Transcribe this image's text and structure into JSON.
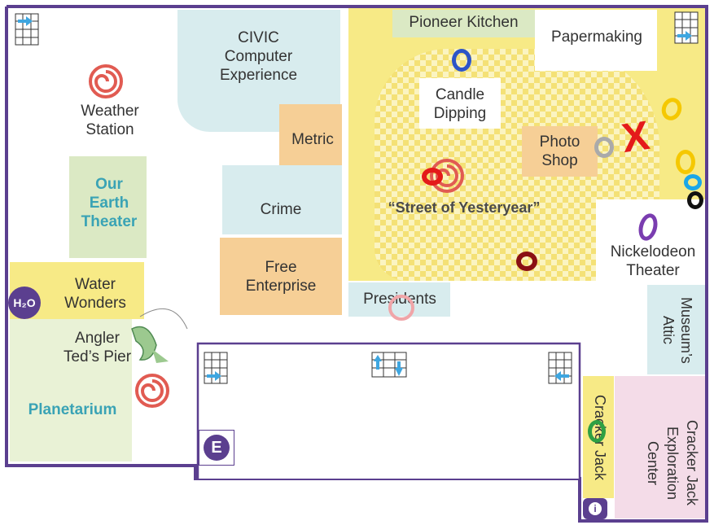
{
  "labels": {
    "civic": [
      "CIVIC",
      "Computer",
      "Experience"
    ],
    "weather": [
      "Weather",
      "Station"
    ],
    "earth": [
      "Our",
      "Earth",
      "Theater"
    ],
    "metric": "Metric",
    "crime": "Crime",
    "free": [
      "Free",
      "Enterprise"
    ],
    "water": [
      "Water",
      "Wonders"
    ],
    "h2o": "H₂O",
    "angler": [
      "Angler",
      "Ted’s Pier"
    ],
    "planetarium": "Planetarium",
    "pioneer": "Pioneer Kitchen",
    "papermaking": "Papermaking",
    "candle": [
      "Candle",
      "Dipping"
    ],
    "photo": [
      "Photo",
      "Shop"
    ],
    "street": "“Street of Yesteryear”",
    "nickelodeon": [
      "Nickelodeon",
      "Theater"
    ],
    "presidents": "Presidents",
    "attic": "Museum’s Attic",
    "cracker_jack_strip": "Cracker Jack",
    "cj_center": [
      "Cracker",
      "Jack",
      "Exploration",
      "Center"
    ],
    "elevator": "E",
    "info": "i",
    "red_x": "X"
  },
  "icons": [
    "stairs-icon",
    "elevator-icon",
    "weather-spiral-icon",
    "fish-icon",
    "info-icon",
    "h2o-icon"
  ],
  "colors": {
    "outline": "#5b3f8f",
    "yellow": "#f7ea86",
    "cyan": "#d8ecee",
    "orange": "#f6cf96",
    "green": "#dbe9c4",
    "pink": "#f4dce8",
    "pale_green": "#e9f2d6",
    "spiral": "#e15b52"
  },
  "marks": [
    {
      "color": "#2d55c7",
      "label": "blue circle near Candle Dipping"
    },
    {
      "color": "#f5c800",
      "label": "yellow circle"
    },
    {
      "color": "#f5c800",
      "label": "yellow circle"
    },
    {
      "color": "#1aa7e8",
      "label": "light blue circle"
    },
    {
      "color": "#111111",
      "label": "black circle"
    },
    {
      "color": "#7a3db0",
      "label": "purple circle near Nickelodeon"
    },
    {
      "color": "#e41a1a",
      "label": "red X near Photo Shop"
    },
    {
      "color": "#aaaaaa",
      "label": "grey circle near Photo Shop"
    },
    {
      "color": "#e41a1a",
      "label": "red circle in Street of Yesteryear"
    },
    {
      "color": "#8a0f14",
      "label": "dark red circle"
    },
    {
      "color": "#f0a5a8",
      "label": "pink circle near Presidents"
    },
    {
      "color": "#2ea043",
      "label": "green circle near Cracker Jack"
    }
  ]
}
